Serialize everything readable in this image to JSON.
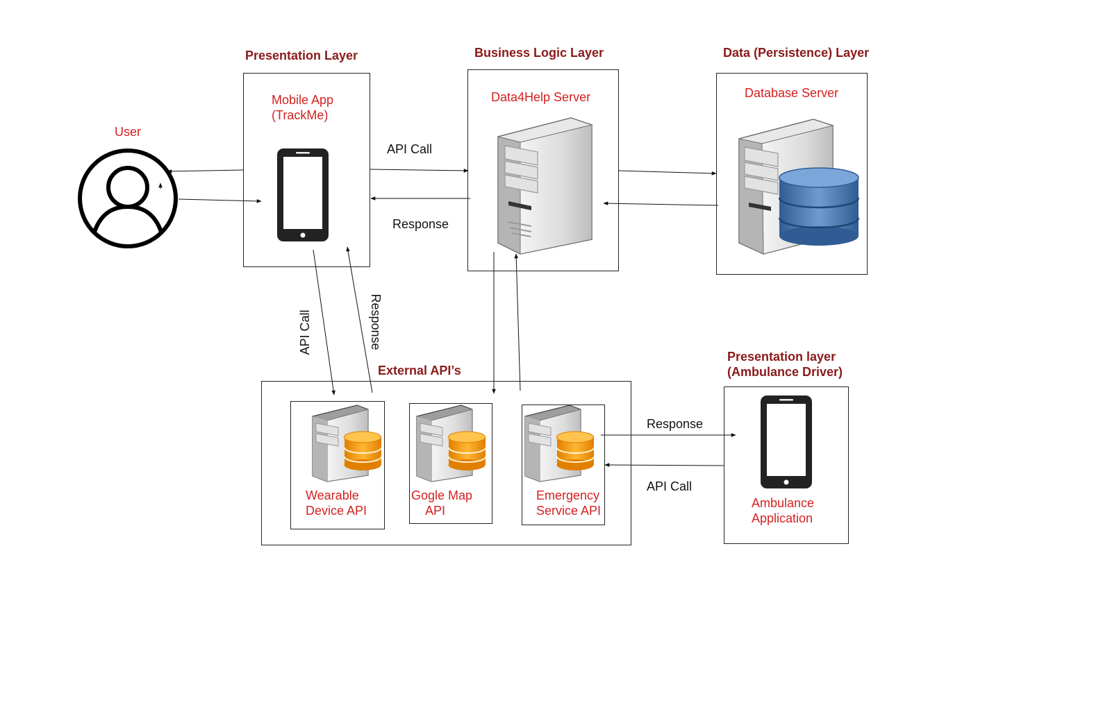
{
  "headings": {
    "presentation": "Presentation Layer",
    "business": "Business Logic Layer",
    "data": "Data (Persistence) Layer",
    "external": "External API’s",
    "ambulance_line1": "Presentation layer",
    "ambulance_line2": "(Ambulance Driver)"
  },
  "nodes": {
    "user": "User",
    "mobile_app_line1": "Mobile App",
    "mobile_app_line2": "(TrackMe)",
    "server": "Data4Help Server",
    "database": "Database Server",
    "wearable_line1": "Wearable",
    "wearable_line2": "Device API",
    "google_line1": "Gogle Map",
    "google_line2": "API",
    "emergency_line1": "Emergency",
    "emergency_line2": "Service API",
    "ambulance_line1": "Ambulance",
    "ambulance_line2": "Application"
  },
  "edge_labels": {
    "app_to_server": "API Call",
    "server_to_app": "Response",
    "app_to_wearable": "API Call",
    "wearable_to_app": "Response",
    "emergency_to_ambulance": "Response",
    "ambulance_to_emergency": "API Call"
  },
  "colors": {
    "heading": "#8b1a1a",
    "node_label": "#d42020",
    "database_blue": "#3d6da6",
    "database_orange": "#f0960e"
  },
  "icons": [
    "user-icon",
    "phone-icon",
    "server-icon",
    "database-icon"
  ]
}
